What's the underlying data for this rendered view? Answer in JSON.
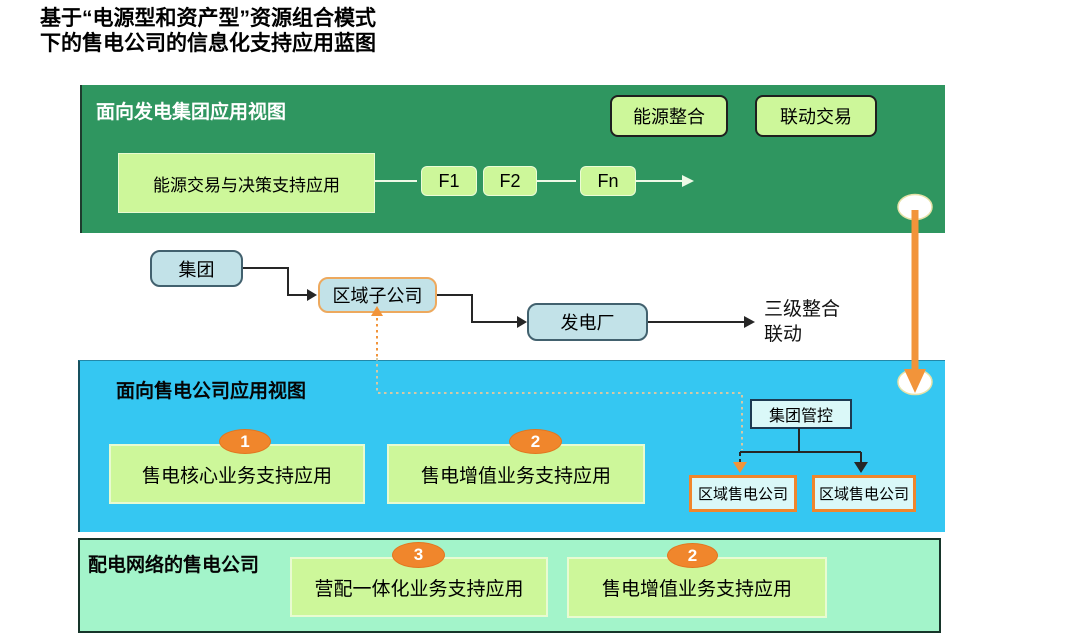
{
  "title": {
    "line1": "基于“电源型和资产型”资源组合模式",
    "line2": "下的售电公司的信息化支持应用蓝图"
  },
  "generation_view": {
    "header": "面向发电集团应用视图",
    "chips": [
      {
        "label": "能源整合"
      },
      {
        "label": "联动交易"
      }
    ],
    "main_app": "能源交易与决策支持应用",
    "f_nodes": [
      {
        "label": "F1"
      },
      {
        "label": "F2"
      },
      {
        "label": "Fn"
      }
    ]
  },
  "hierarchy": {
    "group": "集团",
    "regional_subsidiary": "区域子公司",
    "power_plant": "发电厂",
    "annotation": {
      "line1": "三级整合",
      "line2": "联动"
    }
  },
  "retail_view": {
    "header": "面向售电公司应用视图",
    "apps": [
      {
        "badge": "1",
        "label": "售电核心业务支持应用"
      },
      {
        "badge": "2",
        "label": "售电增值业务支持应用"
      }
    ],
    "group_control": "集团管控",
    "regional_companies": [
      {
        "label": "区域售电公司"
      },
      {
        "label": "区域售电公司"
      }
    ]
  },
  "distribution_view": {
    "header": "配电网络的售电公司",
    "apps": [
      {
        "badge": "3",
        "label": "营配一体化业务支持应用"
      },
      {
        "badge": "2",
        "label": "售电增值业务支持应用"
      }
    ]
  },
  "colors": {
    "green_band": "#2f9660",
    "blue_band": "#35c7f2",
    "mint_band": "#a3f4ca",
    "light_green_box": "#cdf79a",
    "light_blue_box": "#c2e2e8",
    "pale_cyan_box": "#daf8f8",
    "orange": "#f2943a",
    "badge_orange": "#f0862c",
    "dark_border": "#1f1f1f",
    "steel_border": "#42616e",
    "mint_border": "#17352a",
    "connector_dark": "#262626",
    "dotted_tan": "#d6c9a4",
    "white_line": "#eef9e6"
  }
}
